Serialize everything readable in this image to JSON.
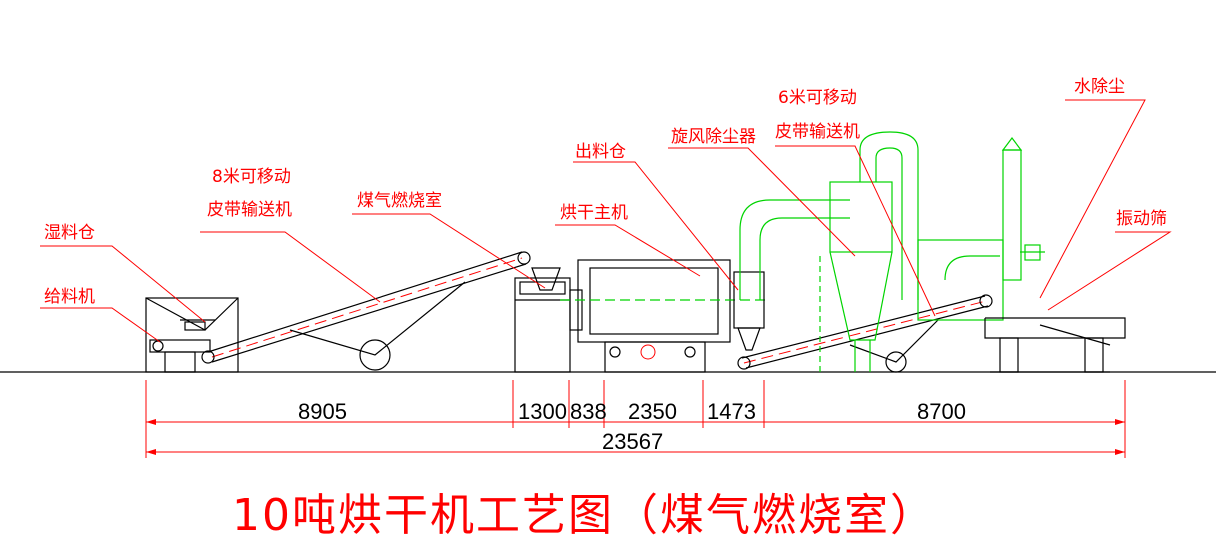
{
  "title": "10吨烘干机工艺图（煤气燃烧室）",
  "labels": {
    "wet_bin": "湿料仓",
    "feeder": "给料机",
    "conveyor_8m_line1": "8米可移动",
    "conveyor_8m_line2": "皮带输送机",
    "gas_combustion": "煤气燃烧室",
    "dryer_main": "烘干主机",
    "discharge_bin": "出料仓",
    "cyclone": "旋风除尘器",
    "conveyor_6m_line1": "6米可移动",
    "conveyor_6m_line2": "皮带输送机",
    "water_dust": "水除尘",
    "vibrating_screen": "振动筛"
  },
  "dimensions": {
    "d1": "8905",
    "d2": "1300",
    "d3": "838",
    "d4": "2350",
    "d5": "1473",
    "d6": "8700",
    "total": "23567"
  },
  "colors": {
    "labels": "#ff0000",
    "cyclone_equipment": "#00d400",
    "outline": "#000000"
  }
}
